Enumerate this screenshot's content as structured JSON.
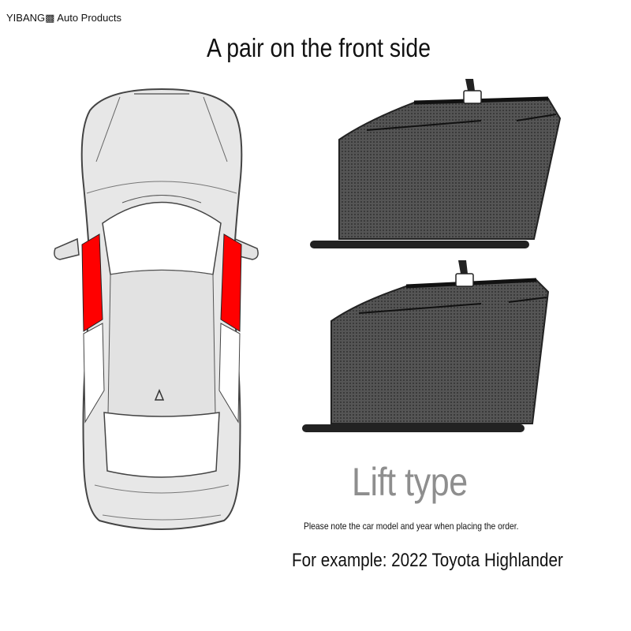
{
  "brand": {
    "text": "YIBANG▩ Auto Products"
  },
  "headline": "A pair on the front side",
  "product_type": "Lift type",
  "notice": "Please note the car model and year when placing the order.",
  "example": "For example: 2022 Toyota Highlander",
  "icons": {
    "car": "car-top-view-icon",
    "shade": "window-sunshade-icon"
  },
  "colors": {
    "highlight": "#ff0000",
    "shade_mesh": "#4a4a4a",
    "type_label": "#8e8e8e"
  }
}
